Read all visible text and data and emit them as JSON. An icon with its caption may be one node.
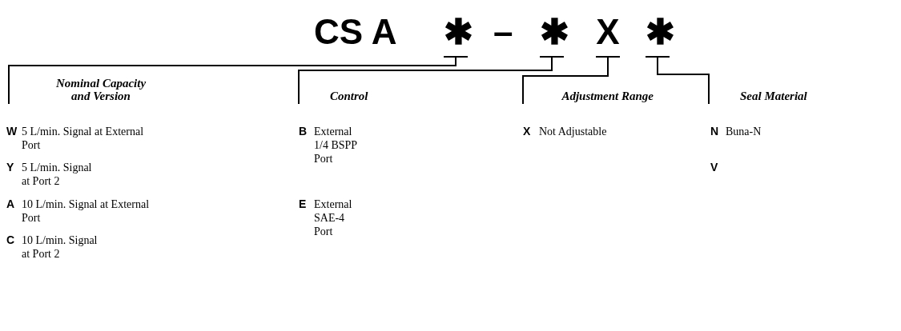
{
  "diagram": {
    "nodes": [
      {
        "text": [
          "✱"
        ]
      },
      {
        "text": [
          "✱"
        ]
      },
      {
        "text": [
          "X"
        ]
      },
      {
        "text": [
          "✱"
        ]
      },
      {
        "text": [
          "Nominal Capacity and Version"
        ]
      },
      {
        "text": [
          "Control"
        ]
      },
      {
        "text": [
          "Adjustment Range"
        ]
      },
      {
        "text": [
          "Seal Material"
        ]
      }
    ],
    "edges": [
      {
        "from": 0,
        "to": 4,
        "arrow": "none"
      },
      {
        "from": 1,
        "to": 5,
        "arrow": "none"
      },
      {
        "from": 2,
        "to": 6,
        "arrow": "none"
      },
      {
        "from": 3,
        "to": 7,
        "arrow": "none"
      }
    ],
    "labels": [
      "CS A",
      "–",
      "W",
      "5 L/min. Signal at External Port",
      "Y",
      "5 L/min. Signal at Port 2",
      "A",
      "10 L/min. Signal at External Port",
      "C",
      "10 L/min. Signal at Port 2",
      "B",
      "External 1/4 BSPP Port",
      "E",
      "External SAE-4 Port",
      "X",
      "Not Adjustable",
      "N",
      "Buna-N",
      "V"
    ]
  }
}
